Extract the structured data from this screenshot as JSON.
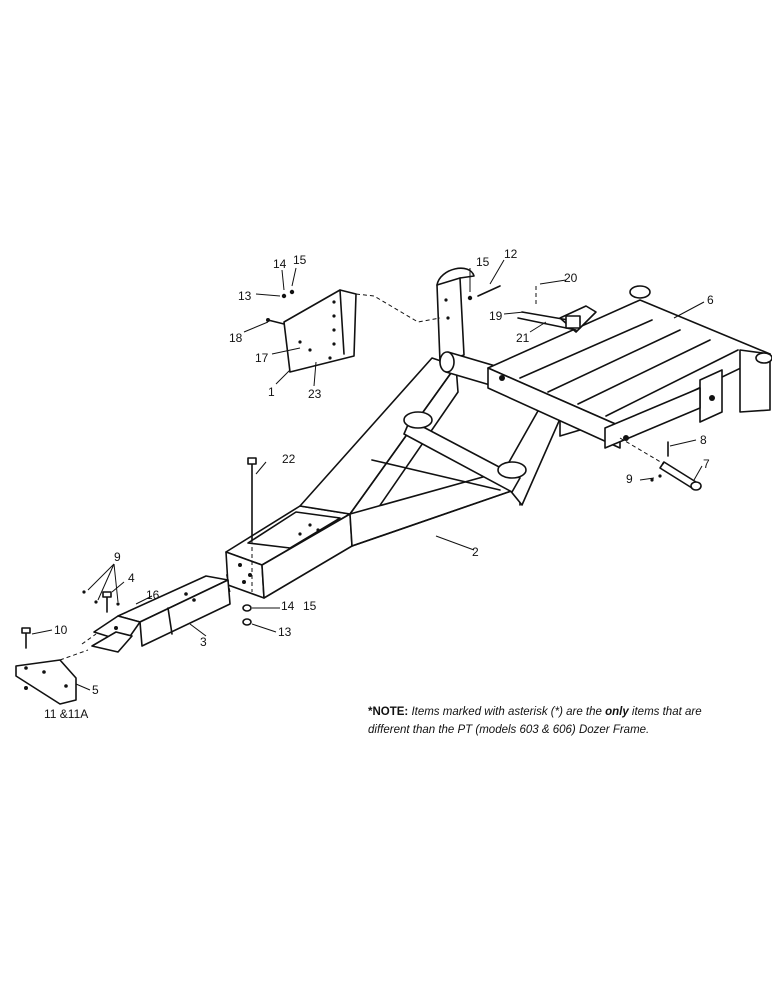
{
  "callouts": {
    "c1": "1",
    "c2": "2",
    "c3": "3",
    "c4": "4",
    "c5": "5",
    "c6": "6",
    "c7": "7",
    "c8": "8",
    "c9a": "9",
    "c9b": "9",
    "c10": "10",
    "c11": "11 &11A",
    "c12": "12",
    "c13a": "13",
    "c13b": "13",
    "c14a": "14",
    "c14b": "14",
    "c15a": "15",
    "c15b": "15",
    "c15c": "15",
    "c16": "16",
    "c17": "17",
    "c18": "18",
    "c19": "19",
    "c20": "20",
    "c21": "21",
    "c22": "22",
    "c23": "23"
  },
  "note": {
    "lead": "*NOTE:",
    "part1": " Items marked with asterisk (*) are the ",
    "only": "only",
    "part2": " items that are different than the PT (models 603 & 606) Dozer Frame."
  }
}
